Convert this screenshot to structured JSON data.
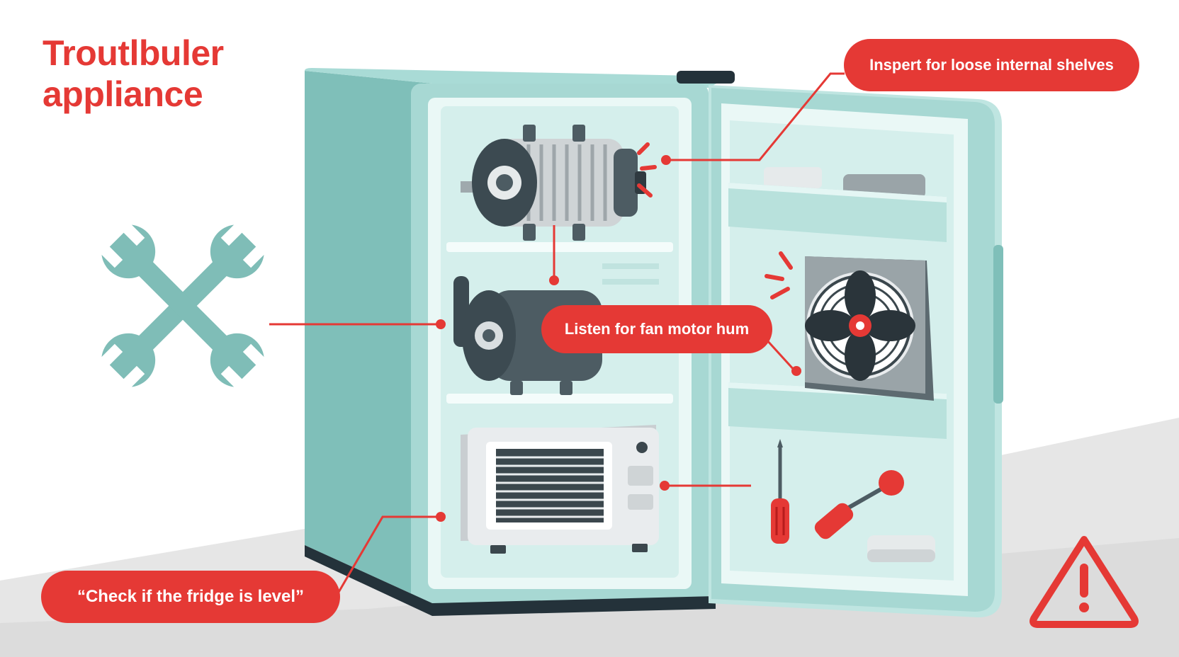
{
  "title": {
    "line1": "Troutlbuler",
    "line2": "appliance"
  },
  "callouts": {
    "shelves": "Inspert for loose internal shelves",
    "fan_motor": "Listen for fan motor hum",
    "level": "“Check if the fridge is level”"
  },
  "icons": [
    "crossed-wrenches-icon",
    "warning-triangle-icon",
    "screwdriver-icon",
    "fan-icon",
    "motor-icon",
    "compressor-icon"
  ],
  "colors": {
    "accent": "#e53935",
    "fridge_body": "#8cc5c0",
    "fridge_light": "#d4eeeb",
    "metal_dark": "#4d5c63",
    "floor": "#e6e6e6"
  }
}
